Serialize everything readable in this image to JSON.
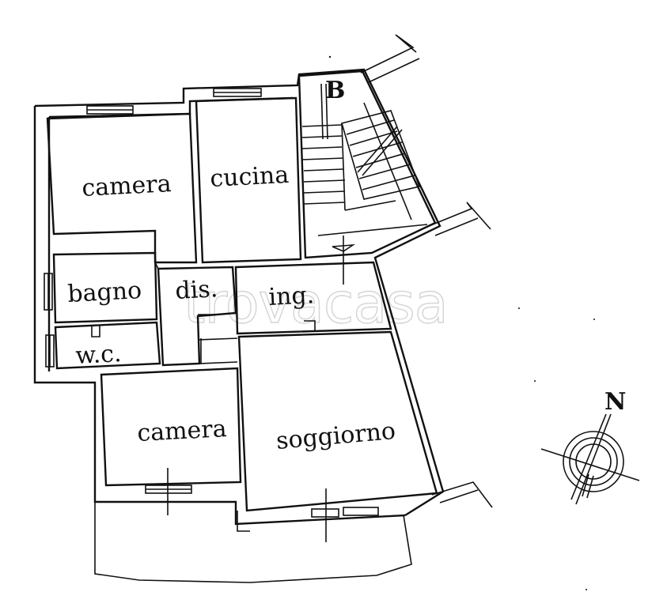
{
  "rooms": {
    "camera_top": "camera",
    "cucina": "cucina",
    "bagno": "bagno",
    "dis": "dis.",
    "ing": "ing.",
    "wc": "w.c.",
    "camera_bottom": "camera",
    "soggiorno": "soggiorno"
  },
  "stair_label": "B",
  "compass": {
    "north_label": "N"
  },
  "watermark": "trovacasa",
  "colors": {
    "ink": "#111111",
    "watermark": "#d4d4d4",
    "background": "#ffffff"
  }
}
